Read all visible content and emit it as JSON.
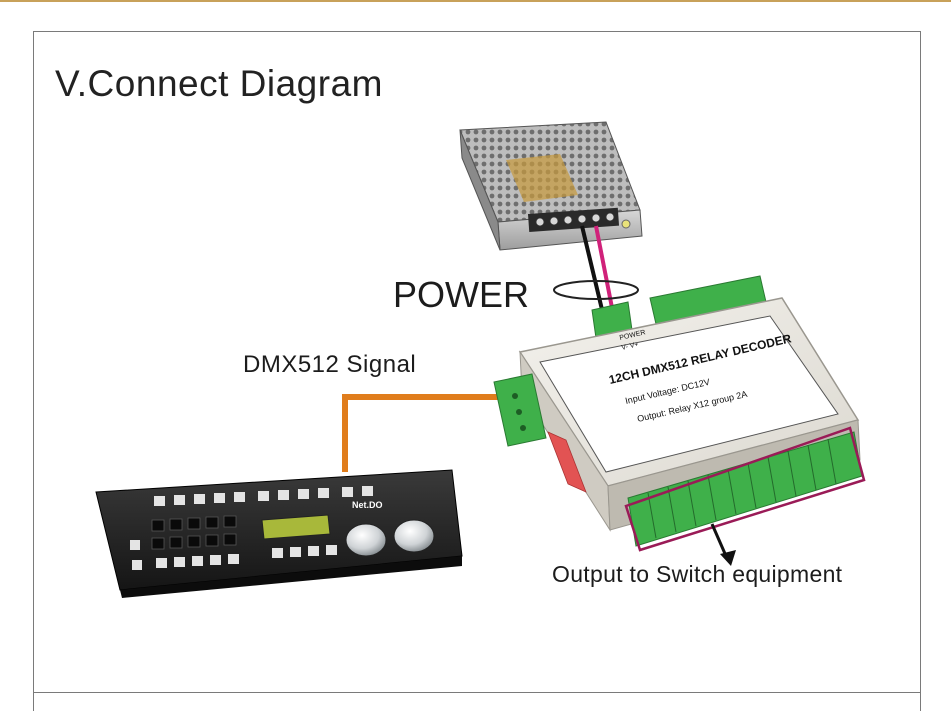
{
  "title": "V.Connect Diagram",
  "labels": {
    "power": "POWER",
    "dmx_signal": "DMX512 Signal",
    "output": "Output to Switch equipment"
  },
  "decoder": {
    "name": "12CH DMX512 RELAY DECODER",
    "input_voltage": "Input Voltage: DC12V",
    "output_spec": "Output: Relay X12 group 2A",
    "power_terminal": "POWER",
    "power_pins": "V- V+"
  },
  "console": {
    "brand": "Net.DO"
  },
  "colors": {
    "dmx_cable": "#e07d1c",
    "power_wire_positive": "#d0217a",
    "power_wire_negative": "#111111",
    "terminal_green": "#3fb04a",
    "output_highlight": "#9a1b57"
  }
}
